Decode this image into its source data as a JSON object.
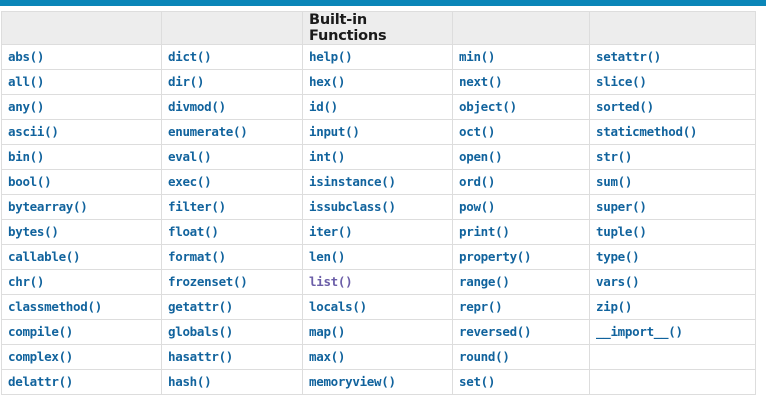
{
  "page": {
    "accent_color": "#0b86b8",
    "link_color": "#11639d",
    "visited_link_color": "#6b5ea8",
    "header_background": "#ededed",
    "border_color": "#dddddd"
  },
  "table": {
    "header": {
      "col1": "",
      "col2": "",
      "col3": "Built-in Functions",
      "col4": "",
      "col5": ""
    },
    "columns": [
      {
        "index": 1,
        "items": [
          {
            "label": "abs()",
            "visited": false
          },
          {
            "label": "all()",
            "visited": false
          },
          {
            "label": "any()",
            "visited": false
          },
          {
            "label": "ascii()",
            "visited": false
          },
          {
            "label": "bin()",
            "visited": false
          },
          {
            "label": "bool()",
            "visited": false
          },
          {
            "label": "bytearray()",
            "visited": false
          },
          {
            "label": "bytes()",
            "visited": false
          },
          {
            "label": "callable()",
            "visited": false
          },
          {
            "label": "chr()",
            "visited": false
          },
          {
            "label": "classmethod()",
            "visited": false
          },
          {
            "label": "compile()",
            "visited": false
          },
          {
            "label": "complex()",
            "visited": false
          },
          {
            "label": "delattr()",
            "visited": false
          }
        ]
      },
      {
        "index": 2,
        "items": [
          {
            "label": "dict()",
            "visited": false
          },
          {
            "label": "dir()",
            "visited": false
          },
          {
            "label": "divmod()",
            "visited": false
          },
          {
            "label": "enumerate()",
            "visited": false
          },
          {
            "label": "eval()",
            "visited": false
          },
          {
            "label": "exec()",
            "visited": false
          },
          {
            "label": "filter()",
            "visited": false
          },
          {
            "label": "float()",
            "visited": false
          },
          {
            "label": "format()",
            "visited": false
          },
          {
            "label": "frozenset()",
            "visited": false
          },
          {
            "label": "getattr()",
            "visited": false
          },
          {
            "label": "globals()",
            "visited": false
          },
          {
            "label": "hasattr()",
            "visited": false
          },
          {
            "label": "hash()",
            "visited": false
          }
        ]
      },
      {
        "index": 3,
        "items": [
          {
            "label": "help()",
            "visited": false
          },
          {
            "label": "hex()",
            "visited": false
          },
          {
            "label": "id()",
            "visited": false
          },
          {
            "label": "input()",
            "visited": false
          },
          {
            "label": "int()",
            "visited": false
          },
          {
            "label": "isinstance()",
            "visited": false
          },
          {
            "label": "issubclass()",
            "visited": false
          },
          {
            "label": "iter()",
            "visited": false
          },
          {
            "label": "len()",
            "visited": false
          },
          {
            "label": "list()",
            "visited": true
          },
          {
            "label": "locals()",
            "visited": false
          },
          {
            "label": "map()",
            "visited": false
          },
          {
            "label": "max()",
            "visited": false
          },
          {
            "label": "memoryview()",
            "visited": false
          }
        ]
      },
      {
        "index": 4,
        "items": [
          {
            "label": "min()",
            "visited": false
          },
          {
            "label": "next()",
            "visited": false
          },
          {
            "label": "object()",
            "visited": false
          },
          {
            "label": "oct()",
            "visited": false
          },
          {
            "label": "open()",
            "visited": false
          },
          {
            "label": "ord()",
            "visited": false
          },
          {
            "label": "pow()",
            "visited": false
          },
          {
            "label": "print()",
            "visited": false
          },
          {
            "label": "property()",
            "visited": false
          },
          {
            "label": "range()",
            "visited": false
          },
          {
            "label": "repr()",
            "visited": false
          },
          {
            "label": "reversed()",
            "visited": false
          },
          {
            "label": "round()",
            "visited": false
          },
          {
            "label": "set()",
            "visited": false
          }
        ]
      },
      {
        "index": 5,
        "items": [
          {
            "label": "setattr()",
            "visited": false
          },
          {
            "label": "slice()",
            "visited": false
          },
          {
            "label": "sorted()",
            "visited": false
          },
          {
            "label": "staticmethod()",
            "visited": false
          },
          {
            "label": "str()",
            "visited": false
          },
          {
            "label": "sum()",
            "visited": false
          },
          {
            "label": "super()",
            "visited": false
          },
          {
            "label": "tuple()",
            "visited": false
          },
          {
            "label": "type()",
            "visited": false
          },
          {
            "label": "vars()",
            "visited": false
          },
          {
            "label": "zip()",
            "visited": false
          },
          {
            "label": "__import__()",
            "visited": false
          },
          {
            "label": "",
            "visited": false
          },
          {
            "label": "",
            "visited": false
          }
        ]
      }
    ]
  }
}
